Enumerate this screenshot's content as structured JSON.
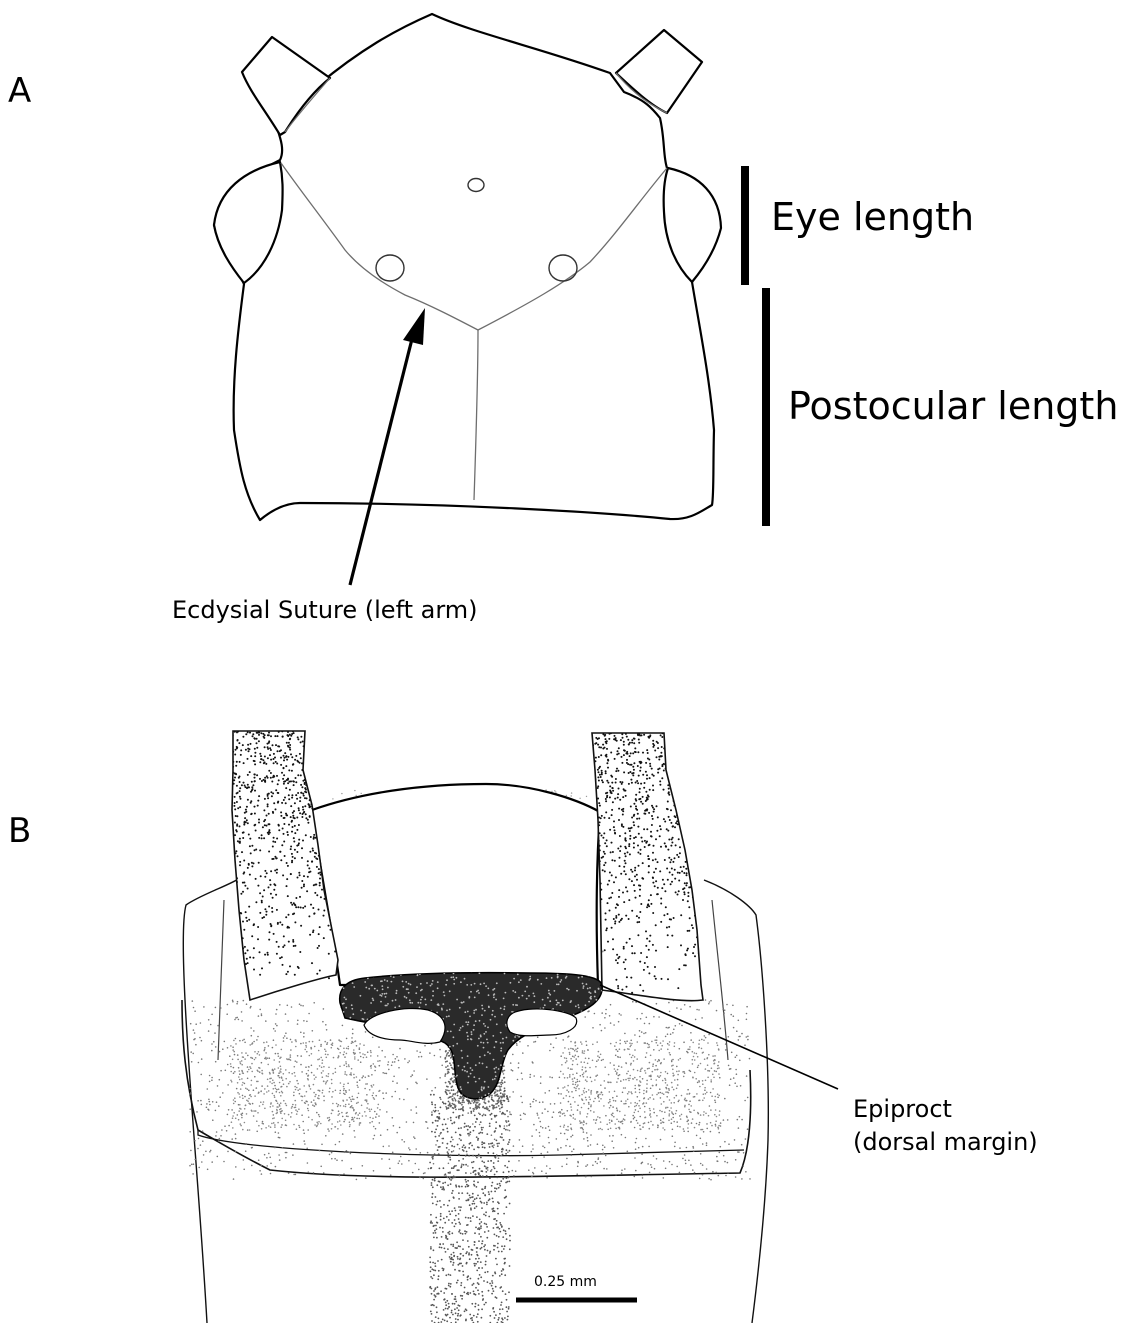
{
  "panel_a": {
    "letter": "A",
    "eye_length_label": "Eye length",
    "postocular_length_label": "Postocular length",
    "suture_label": "Ecdysial Suture (left arm)"
  },
  "panel_b": {
    "letter": "B",
    "epiproct_label_line1": "Epiproct",
    "epiproct_label_line2": "(dorsal margin)",
    "scale_label": "0.25 mm"
  }
}
